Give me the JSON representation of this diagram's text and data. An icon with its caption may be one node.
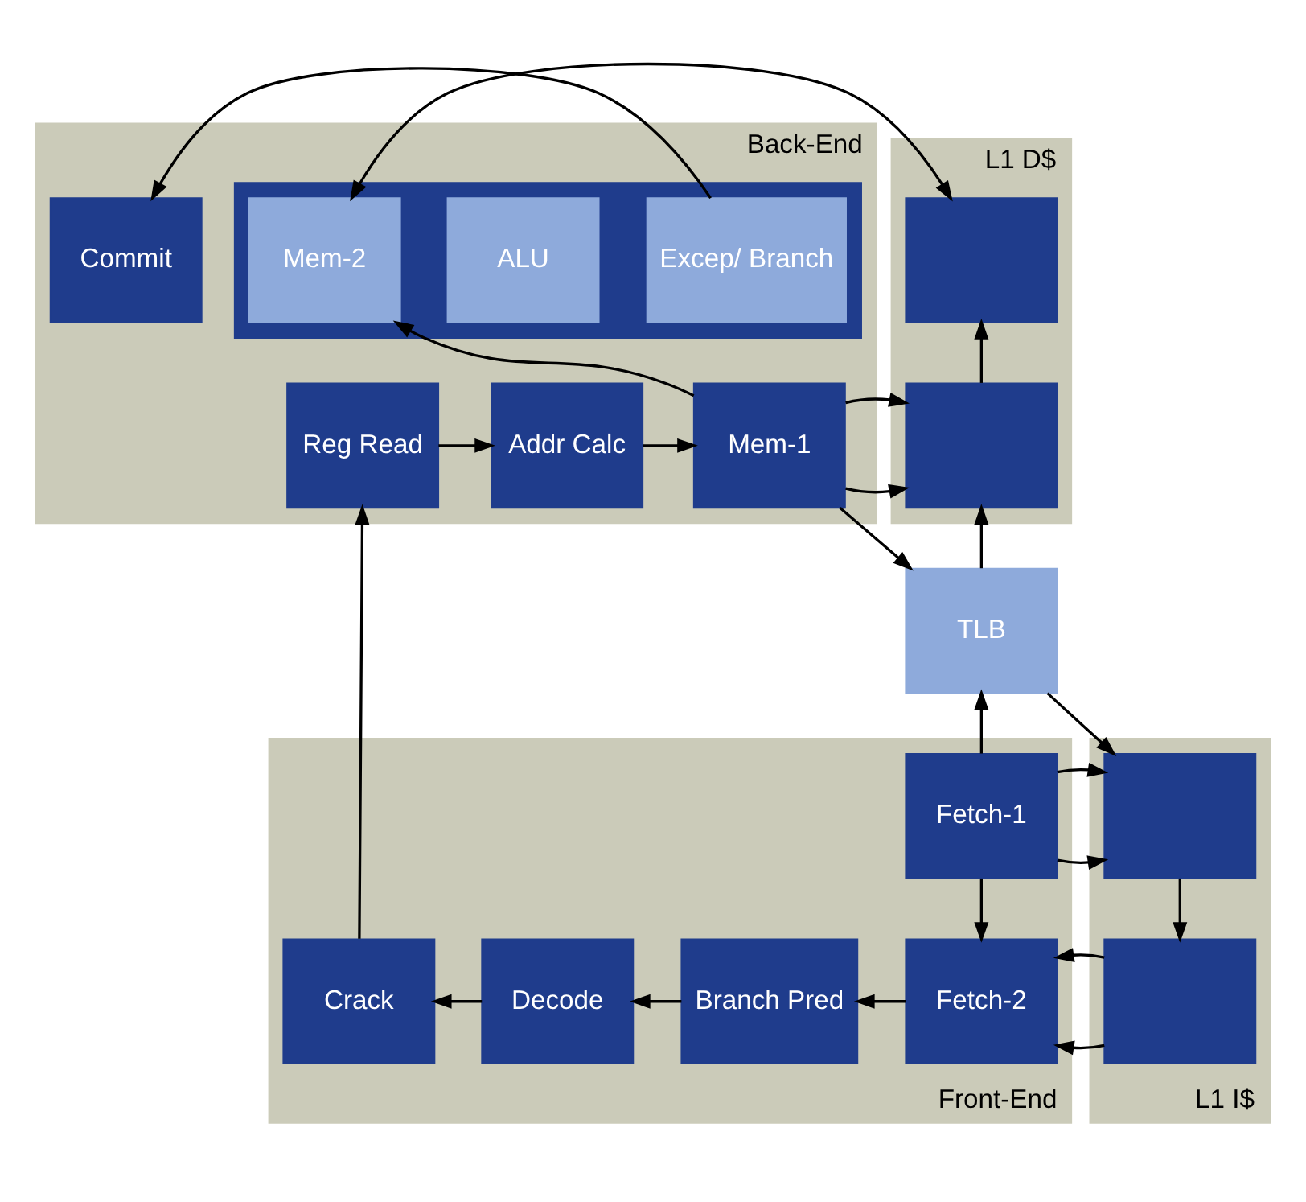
{
  "diagram": {
    "nodes": [
      {
        "text": [
          "Back-End"
        ]
      },
      {
        "text": [
          "Commit"
        ],
        "in": 0
      },
      {
        "text": [],
        "shape": "box",
        "in": 0
      },
      {
        "text": [
          "Excep/ Branch"
        ],
        "in": 2
      },
      {
        "text": [
          "ALU"
        ],
        "in": 2
      },
      {
        "text": [
          "Mem-2"
        ],
        "in": 2
      },
      {
        "text": [
          "Reg Read"
        ],
        "in": 0
      },
      {
        "text": [
          "Addr Calc"
        ],
        "in": 0
      },
      {
        "text": [
          "Mem-1"
        ],
        "in": 0
      },
      {
        "text": [
          "L1 D$"
        ]
      },
      {
        "text": [],
        "shape": "box",
        "in": 9
      },
      {
        "text": [],
        "shape": "box",
        "in": 9
      },
      {
        "text": [
          "TLB"
        ]
      },
      {
        "text": [
          "Front-End"
        ]
      },
      {
        "text": [
          "Crack"
        ],
        "in": 13
      },
      {
        "text": [
          "Decode"
        ],
        "in": 13
      },
      {
        "text": [
          "Branch Pred"
        ],
        "in": 13
      },
      {
        "text": [
          "Fetch-1"
        ],
        "in": 13
      },
      {
        "text": [
          "Fetch-2"
        ],
        "in": 13
      },
      {
        "text": [
          "L1 I$"
        ]
      },
      {
        "text": [],
        "shape": "box",
        "in": 19
      },
      {
        "text": [],
        "shape": "box",
        "in": 19
      }
    ],
    "edges": [
      {
        "from": 3,
        "to": 1,
        "arrow": "to"
      },
      {
        "from": 5,
        "to": 10,
        "arrow": "both"
      },
      {
        "from": 11,
        "to": 10,
        "arrow": "to"
      },
      {
        "from": 6,
        "to": 7,
        "arrow": "to"
      },
      {
        "from": 7,
        "to": 8,
        "arrow": "to"
      },
      {
        "from": 8,
        "to": 5,
        "arrow": "to"
      },
      {
        "from": 8,
        "to": 11,
        "arrow": "to"
      },
      {
        "from": 8,
        "to": 12,
        "arrow": "to"
      },
      {
        "from": 12,
        "to": 11,
        "arrow": "to"
      },
      {
        "from": 17,
        "to": 12,
        "arrow": "to"
      },
      {
        "from": 12,
        "to": 20,
        "arrow": "to"
      },
      {
        "from": 14,
        "to": 6,
        "arrow": "to"
      },
      {
        "from": 15,
        "to": 14,
        "arrow": "to"
      },
      {
        "from": 16,
        "to": 15,
        "arrow": "to"
      },
      {
        "from": 18,
        "to": 16,
        "arrow": "to"
      },
      {
        "from": 17,
        "to": 18,
        "arrow": "to"
      },
      {
        "from": 17,
        "to": 20,
        "arrow": "to"
      },
      {
        "from": 20,
        "to": 21,
        "arrow": "to"
      },
      {
        "from": 21,
        "to": 18,
        "arrow": "to"
      }
    ]
  }
}
